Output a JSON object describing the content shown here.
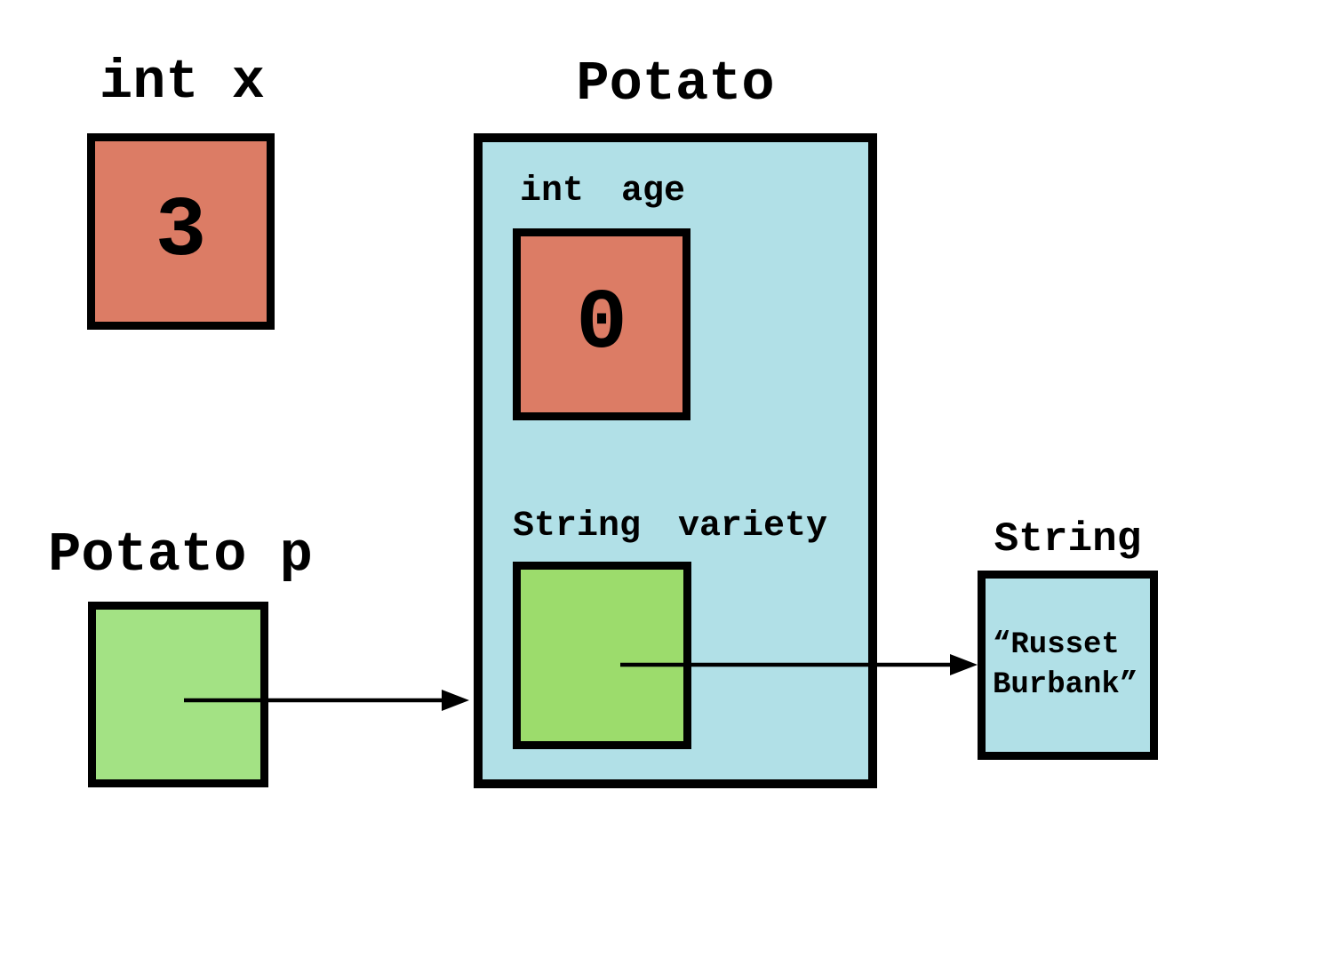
{
  "colors": {
    "salmon": "#DC7C65",
    "powder_blue": "#B1E0E7",
    "green_ref": "#A3E284",
    "green_field": "#9CDC6C",
    "border": "#000000",
    "background": "#FFFFFF"
  },
  "stack": {
    "int_x": {
      "label": "int x",
      "value": "3"
    },
    "potato_p": {
      "label": "Potato p"
    }
  },
  "heap": {
    "potato_object": {
      "title": "Potato",
      "fields": {
        "age": {
          "label": "int age",
          "value": "0"
        },
        "variety": {
          "label": "String variety"
        }
      }
    },
    "string_object": {
      "title": "String",
      "value_line1": "“Russet",
      "value_line2": "Burbank”"
    }
  }
}
